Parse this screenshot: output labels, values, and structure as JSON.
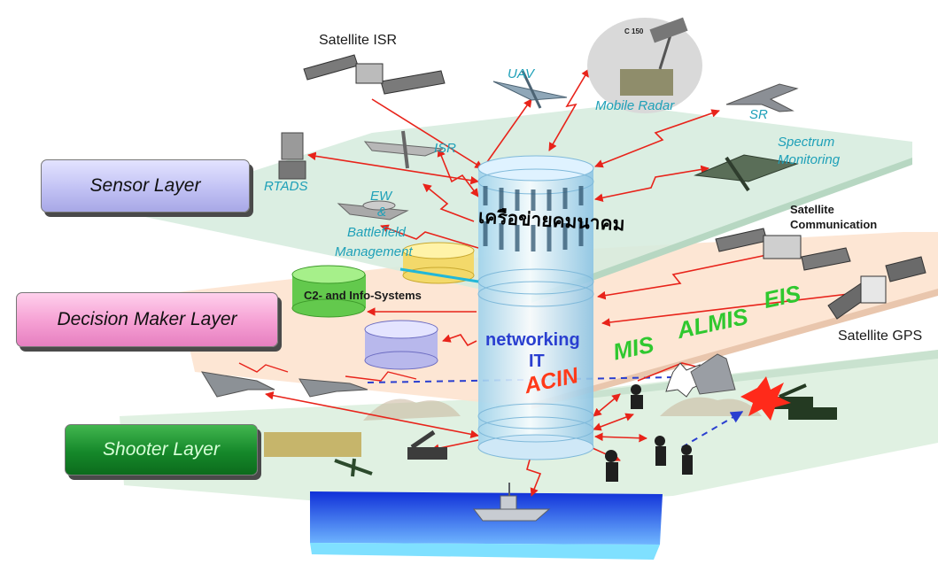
{
  "layers": {
    "sensor": "Sensor Layer",
    "decision": "Decision Maker Layer",
    "shooter": "Shooter Layer"
  },
  "labels": {
    "satellite_isr": "Satellite ISR",
    "uav": "UAV",
    "radar_tag": "C 150",
    "mobile_radar": "Mobile Radar",
    "sr": "SR",
    "spectrum_1": "Spectrum",
    "spectrum_2": "Monitoring",
    "isr": "ISR",
    "rtads": "RTADS",
    "ew_1": "EW",
    "ew_2": "&",
    "ew_3": "Battlefield",
    "ew_4": "Management",
    "satcom_1": "Satellite",
    "satcom_2": "Communication",
    "c2_systems": "C2- and Info-Systems",
    "satellite_gps": "Satellite GPS",
    "mis": "MIS",
    "almis": "ALMIS",
    "eis": "EIS",
    "acin": "ACIN",
    "networking": "networking",
    "it": "IT",
    "thai_network": "เครือข่ายคมนาคม"
  },
  "colors": {
    "sensor_layer": "#c2c2f4",
    "decision_layer": "#f59fd3",
    "shooter_layer": "#15882a",
    "link_arrow": "#e8231a",
    "label_blue": "#1ea0b8",
    "acronym_green": "#2fc82f"
  }
}
